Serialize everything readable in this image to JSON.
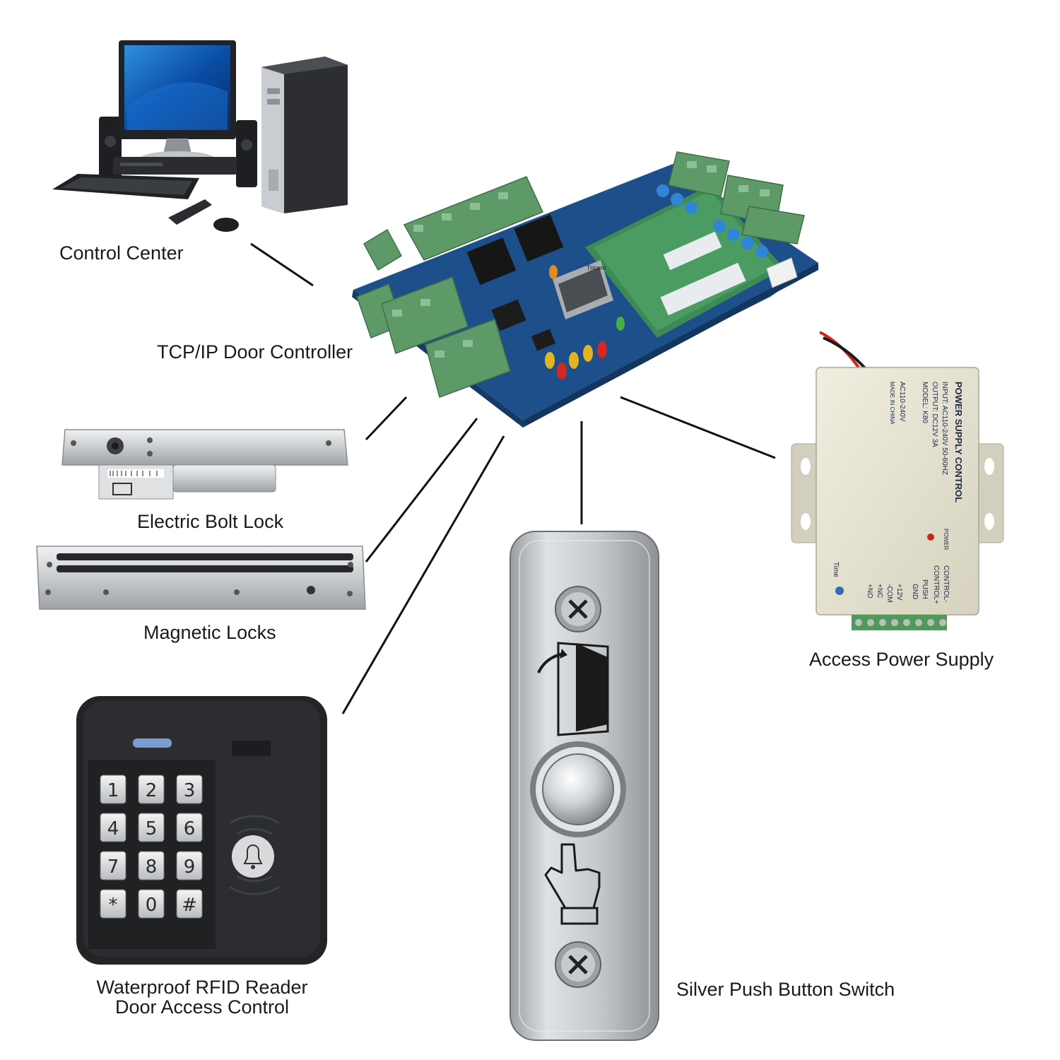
{
  "labels": {
    "control_center": "Control Center",
    "door_controller": "TCP/IP Door Controller",
    "bolt_lock": "Electric Bolt Lock",
    "magnetic_locks": "Magnetic Locks",
    "power_supply": "Access Power Supply",
    "rfid_line1": "Waterproof RFID Reader",
    "rfid_line2": "Door Access Control",
    "push_button": "Silver Push Button Switch"
  },
  "power_supply_unit": {
    "title": "POWER SUPPLY CONTROL",
    "input": "INPUT: AC110-240V 50-60HZ",
    "output": "OUTPUT: DC12V 3A",
    "model": "MODEL: K80",
    "ac": "AC110-240V",
    "made": "MADE IN CHINA",
    "power": "POWER",
    "time": "Time",
    "terminals": [
      "CONTROL-",
      "CONTROL+",
      "PUSH",
      "GND",
      "+12V",
      "-COM",
      "+NC",
      "+NO"
    ]
  },
  "keypad": {
    "keys": [
      "1",
      "2",
      "3",
      "4",
      "5",
      "6",
      "7",
      "8",
      "9",
      "*",
      "0",
      "#"
    ]
  },
  "board": {
    "chip_label": "Tricom"
  },
  "colors": {
    "line": "#111111",
    "pcb": "#1d4f8a",
    "terminal": "#5e9a68",
    "steel": "#b9bdc1",
    "keypad": "#222426",
    "psu": "#e4e0cf"
  }
}
